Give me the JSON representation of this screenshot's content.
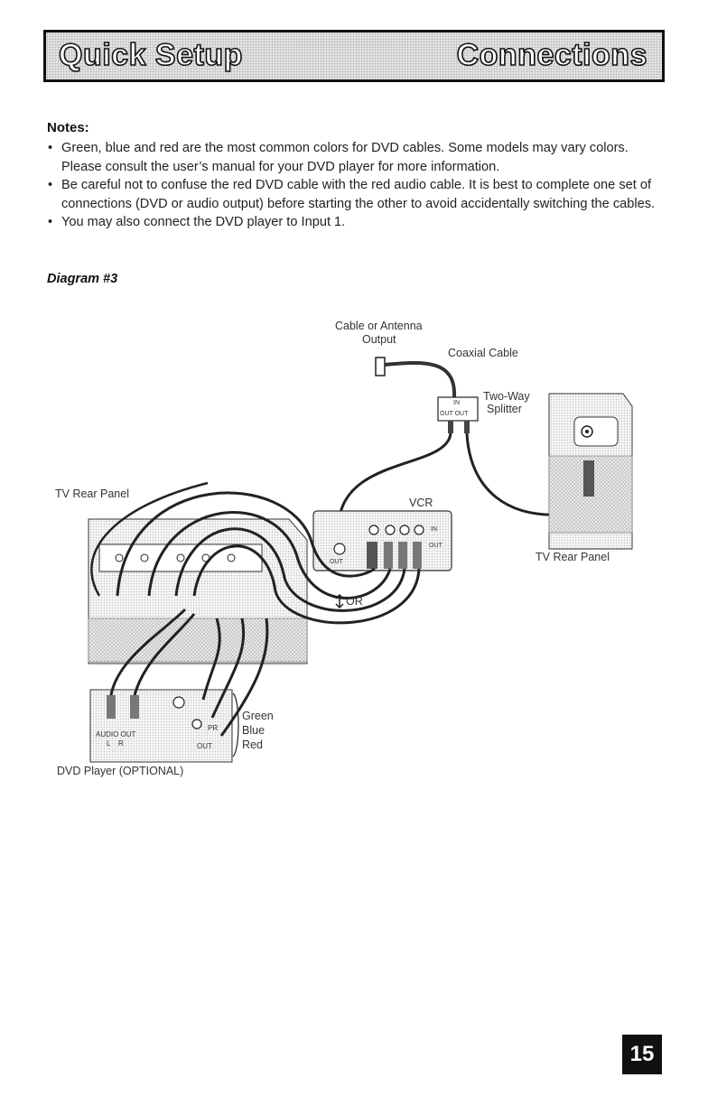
{
  "header": {
    "left": "Quick Setup",
    "right": "Connections"
  },
  "notes": {
    "title": "Notes:",
    "items": [
      "Green, blue and red are the most common colors for DVD cables. Some models may vary colors. Please consult the user’s manual for your DVD player for more information.",
      "Be careful not to confuse the red DVD cable with the red audio cable. It is best to complete one set of connections (DVD or audio output) before starting the other to avoid accidentally switching the cables.",
      "You may also connect the DVD player to Input 1."
    ]
  },
  "diagram": {
    "title": "Diagram #3",
    "labels": {
      "antenna": "Cable or Antenna",
      "antenna2": "Output",
      "coax": "Coaxial Cable",
      "splitter": "Two-Way",
      "splitter2": "Splitter",
      "splitter_in": "IN",
      "splitter_out": "OUT OUT",
      "tv_rear_left": "TV Rear Panel",
      "vcr": "VCR",
      "vcr_in": "IN",
      "vcr_out": "OUT",
      "vcr_out2": "OUT",
      "or": "OR",
      "tv_rear_right": "TV Rear Panel",
      "green": "Green",
      "blue": "Blue",
      "red": "Red",
      "audio_out": "AUDIO OUT",
      "lr": "L    R",
      "pr": "PR",
      "dvd_out": "OUT",
      "dvd_player": "DVD Player (OPTIONAL)"
    }
  },
  "page_number": "15"
}
